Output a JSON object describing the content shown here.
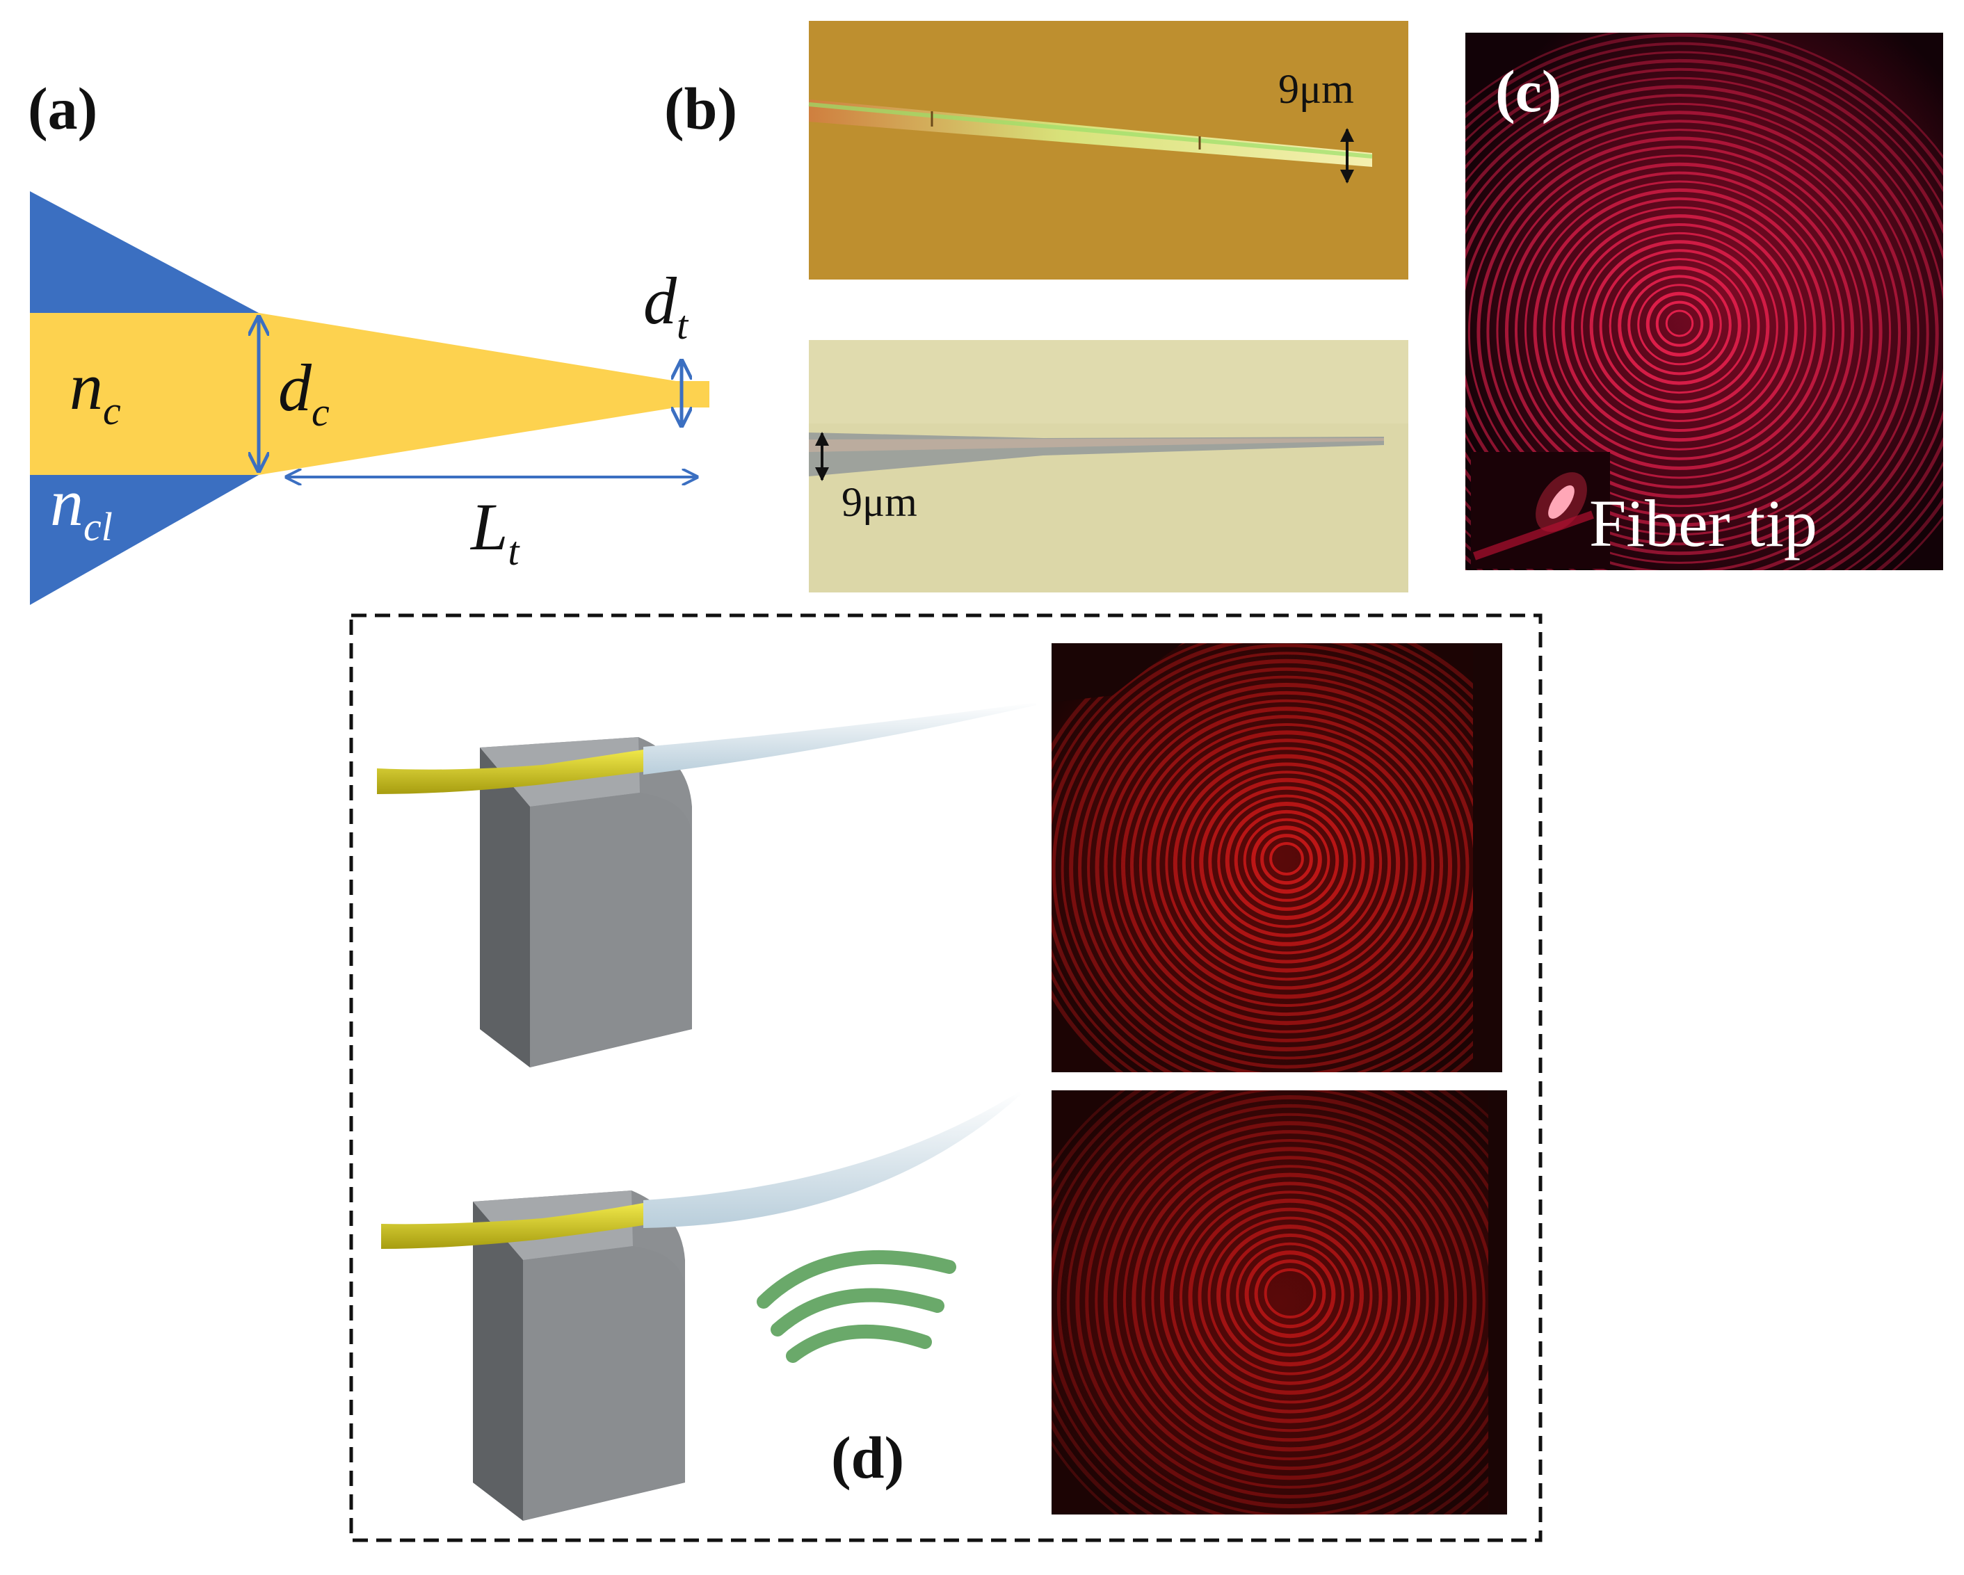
{
  "panels": {
    "a": {
      "label": "(a)",
      "core_index": {
        "base": "n",
        "sub": "c"
      },
      "cladding_index": {
        "base": "n",
        "sub": "cl"
      },
      "core_diameter": {
        "base": "d",
        "sub": "c"
      },
      "tip_diameter": {
        "base": "d",
        "sub": "t"
      },
      "taper_length": {
        "base": "L",
        "sub": "t"
      },
      "colors": {
        "cladding": "#3b6fc1",
        "core": "#fdd24f",
        "arrow": "#3b6fc1"
      }
    },
    "b": {
      "label": "(b)",
      "top_scale": "9μm",
      "bottom_scale": "9μm",
      "colors": {
        "top_bg": "#b8892a",
        "bottom_bg": "#dcd7a8"
      }
    },
    "c": {
      "label": "(c)",
      "inset_caption": "Fiber tip",
      "colors": {
        "background": "#130208",
        "rings": "#e8214e"
      }
    },
    "d": {
      "label": "(d)",
      "colors": {
        "fiber_jacket": "#d8cf28",
        "fiber_taper": "#d9e6ee",
        "holder": "#8c8f92",
        "wave": "#6aa96a",
        "pattern_rings": "#d41a1a"
      }
    }
  }
}
